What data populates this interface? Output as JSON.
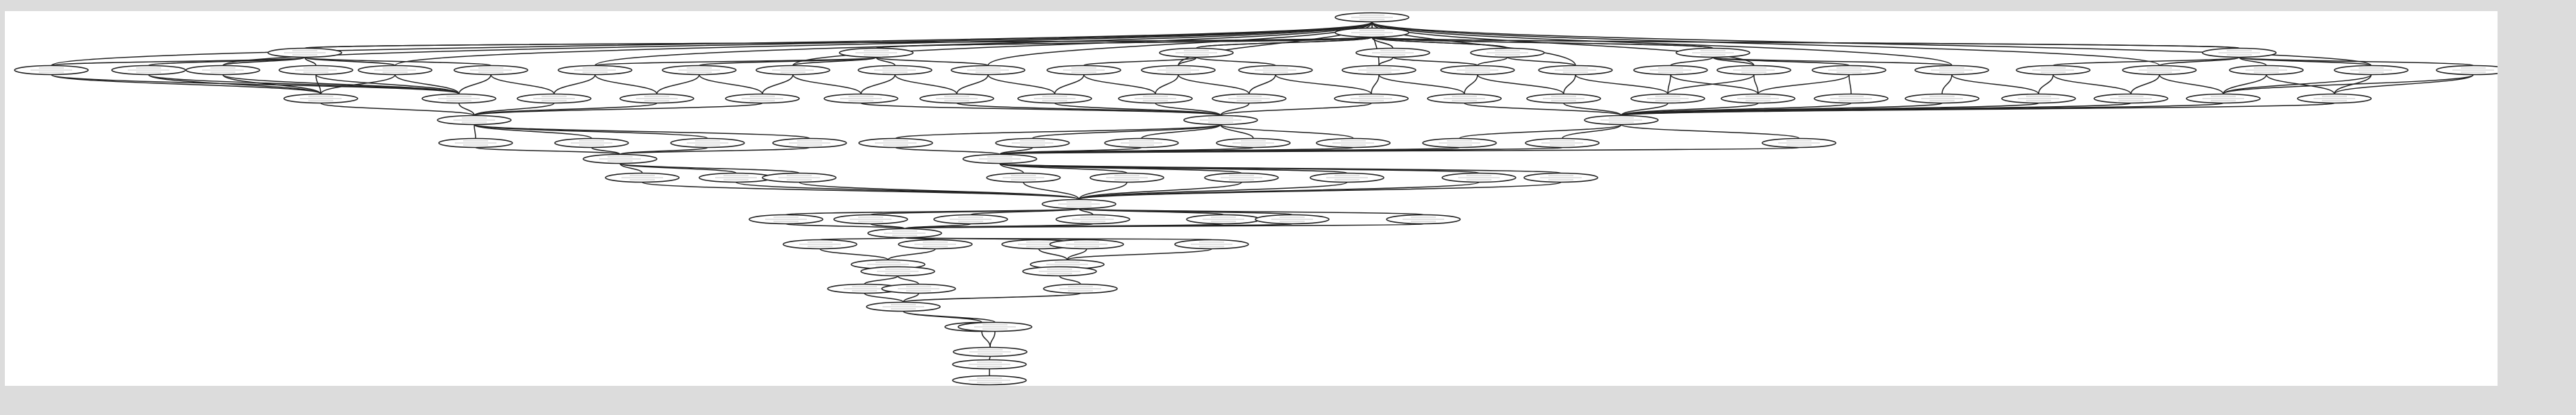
{
  "graph": {
    "kind": "layered directed graph",
    "node_shape": "ellipse",
    "node_labels_legible": false,
    "colors": {
      "background": "#dcdcdc",
      "canvas": "#ffffff",
      "edge": "#222222",
      "node_border": "#222222",
      "label": "#888888"
    },
    "levels": [
      {
        "id": "L0",
        "count": 1
      },
      {
        "id": "L1",
        "count": 1
      },
      {
        "id": "L2",
        "count": 7
      },
      {
        "id": "L3",
        "count": 26
      },
      {
        "id": "L4",
        "count": 21
      },
      {
        "id": "L5",
        "count": 3
      },
      {
        "id": "L6",
        "count": 12
      },
      {
        "id": "L7",
        "count": 2
      },
      {
        "id": "L8",
        "count": 9
      },
      {
        "id": "L9",
        "count": 1
      },
      {
        "id": "L10",
        "count": 7
      },
      {
        "id": "L11",
        "count": 1
      },
      {
        "id": "L12",
        "count": 5
      },
      {
        "id": "L13",
        "count": 2
      },
      {
        "id": "L14",
        "count": 2
      },
      {
        "id": "L15",
        "count": 3
      },
      {
        "id": "L16",
        "count": 1
      },
      {
        "id": "L17",
        "count": 2
      },
      {
        "id": "L18",
        "count": 1
      },
      {
        "id": "L19",
        "count": 1
      },
      {
        "id": "L20",
        "count": 1
      }
    ]
  }
}
